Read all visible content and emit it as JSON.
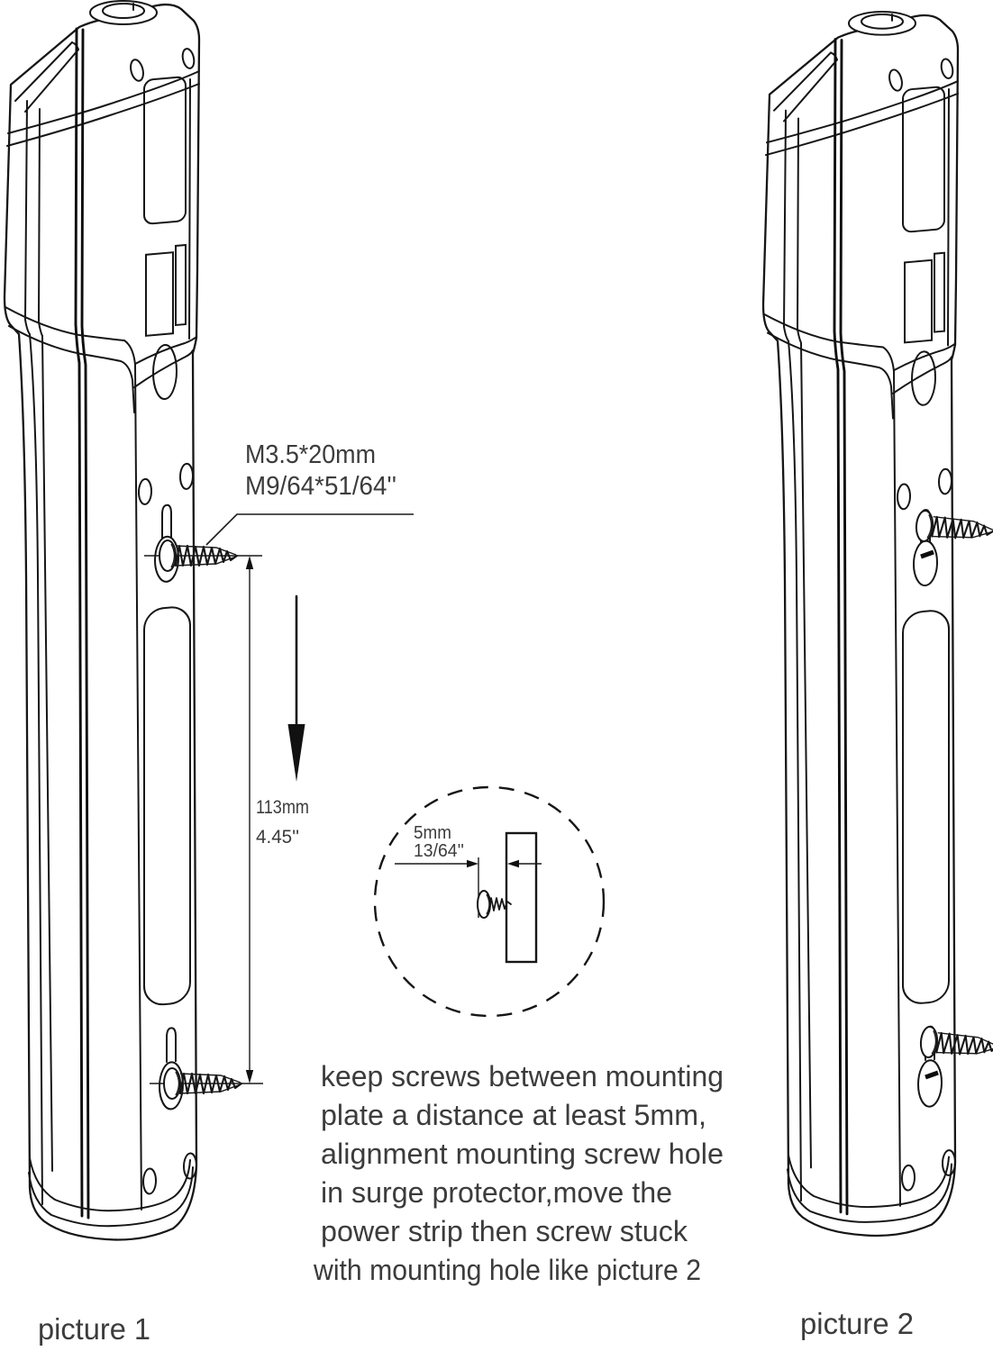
{
  "figure": {
    "background": "#ffffff",
    "line_color": "#161616",
    "text_color": "#3c3c3c",
    "screw_spec": {
      "metric": "M3.5*20mm",
      "imperial": "M9/64*51/64''"
    },
    "hole_spacing": {
      "metric": "113mm",
      "imperial": "4.45''"
    },
    "gap_clearance": {
      "metric": "5mm",
      "imperial": "13/64''"
    },
    "instructions": {
      "line1": "keep screws between mounting",
      "line2": "plate a distance at least 5mm,",
      "line3": "alignment mounting screw hole",
      "line4": "in surge protector,move the",
      "line5": "power strip then screw stuck",
      "line6": "with mounting hole like picture 2"
    },
    "captions": {
      "left": "picture 1",
      "right": "picture 2"
    }
  }
}
